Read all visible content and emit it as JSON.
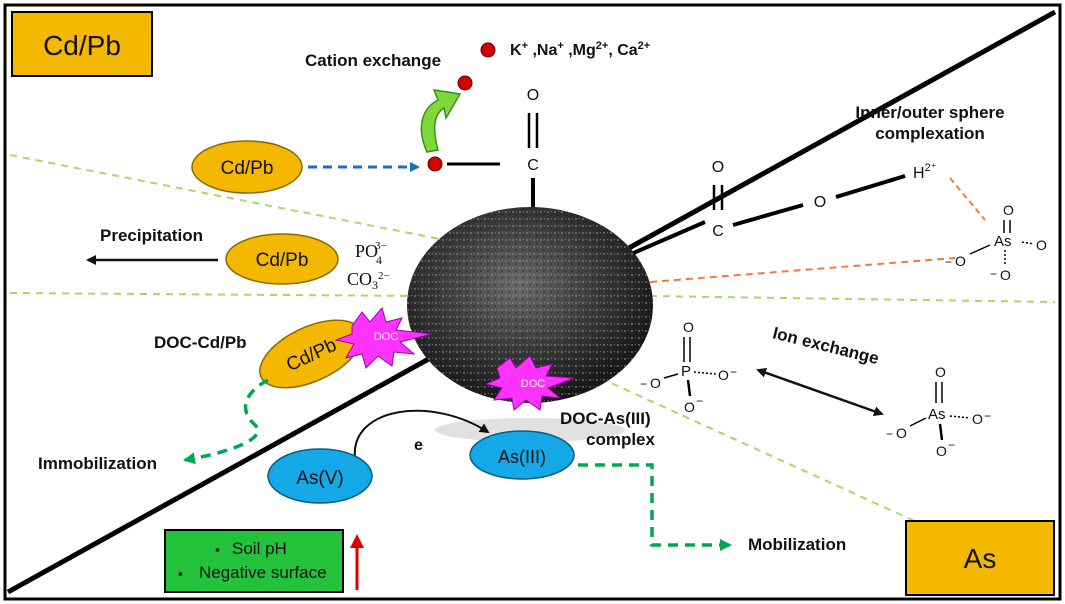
{
  "corners": {
    "top_left": "Cd/Pb",
    "bottom_right": "As"
  },
  "cation_exchange": {
    "label": "Cation exchange",
    "cations": "K⁺ ,Na⁺ ,Mg²⁺, Ca²⁺",
    "ellipse_label": "Cd/Pb"
  },
  "complexation": {
    "label_line1": "Inner/outer sphere",
    "label_line2": "complexation",
    "h2": "H",
    "h2_sup": "2⁺"
  },
  "precipitation": {
    "label": "Precipitation",
    "ellipse_label": "Cd/Pb",
    "po4": "PO",
    "po4_sub": "4",
    "po4_sup": "3−",
    "co3": "CO",
    "co3_sub": "3",
    "co3_sup": "2−"
  },
  "doc_cdpb": {
    "label": "DOC-Cd/Pb",
    "ellipse_label": "Cd/Pb",
    "doc_badge": "DOC"
  },
  "immobilization": {
    "label": "Immobilization"
  },
  "redox": {
    "as5": "As(V)",
    "as3": "As(III)",
    "electron": "e"
  },
  "doc_as": {
    "label_line1": "DOC-As(III)",
    "label_line2": "complex",
    "doc_badge": "DOC"
  },
  "mobilization": {
    "label": "Mobilization"
  },
  "ion_exchange": {
    "label": "Ion exchange"
  },
  "atoms": {
    "O": "O",
    "C": "C",
    "P": "P",
    "As": "As",
    "minus": "−"
  },
  "legend": {
    "items": [
      "Soil pH",
      "Negative surface"
    ],
    "bullet": "▪"
  },
  "colors": {
    "corner_fill": "#f5b800",
    "ellipse_fill": "#f5b800",
    "as_ellipse_fill": "#14a8e6",
    "doc_fill": "#ff33ff",
    "legend_fill": "#22c33a",
    "green_dash": "#00a651",
    "light_green_dash": "#a6d96a",
    "orange_dash": "#ee7d3b",
    "blue_dash": "#1f6fb8",
    "cation_red": "#d40000",
    "up_arrow": "#e00000"
  }
}
